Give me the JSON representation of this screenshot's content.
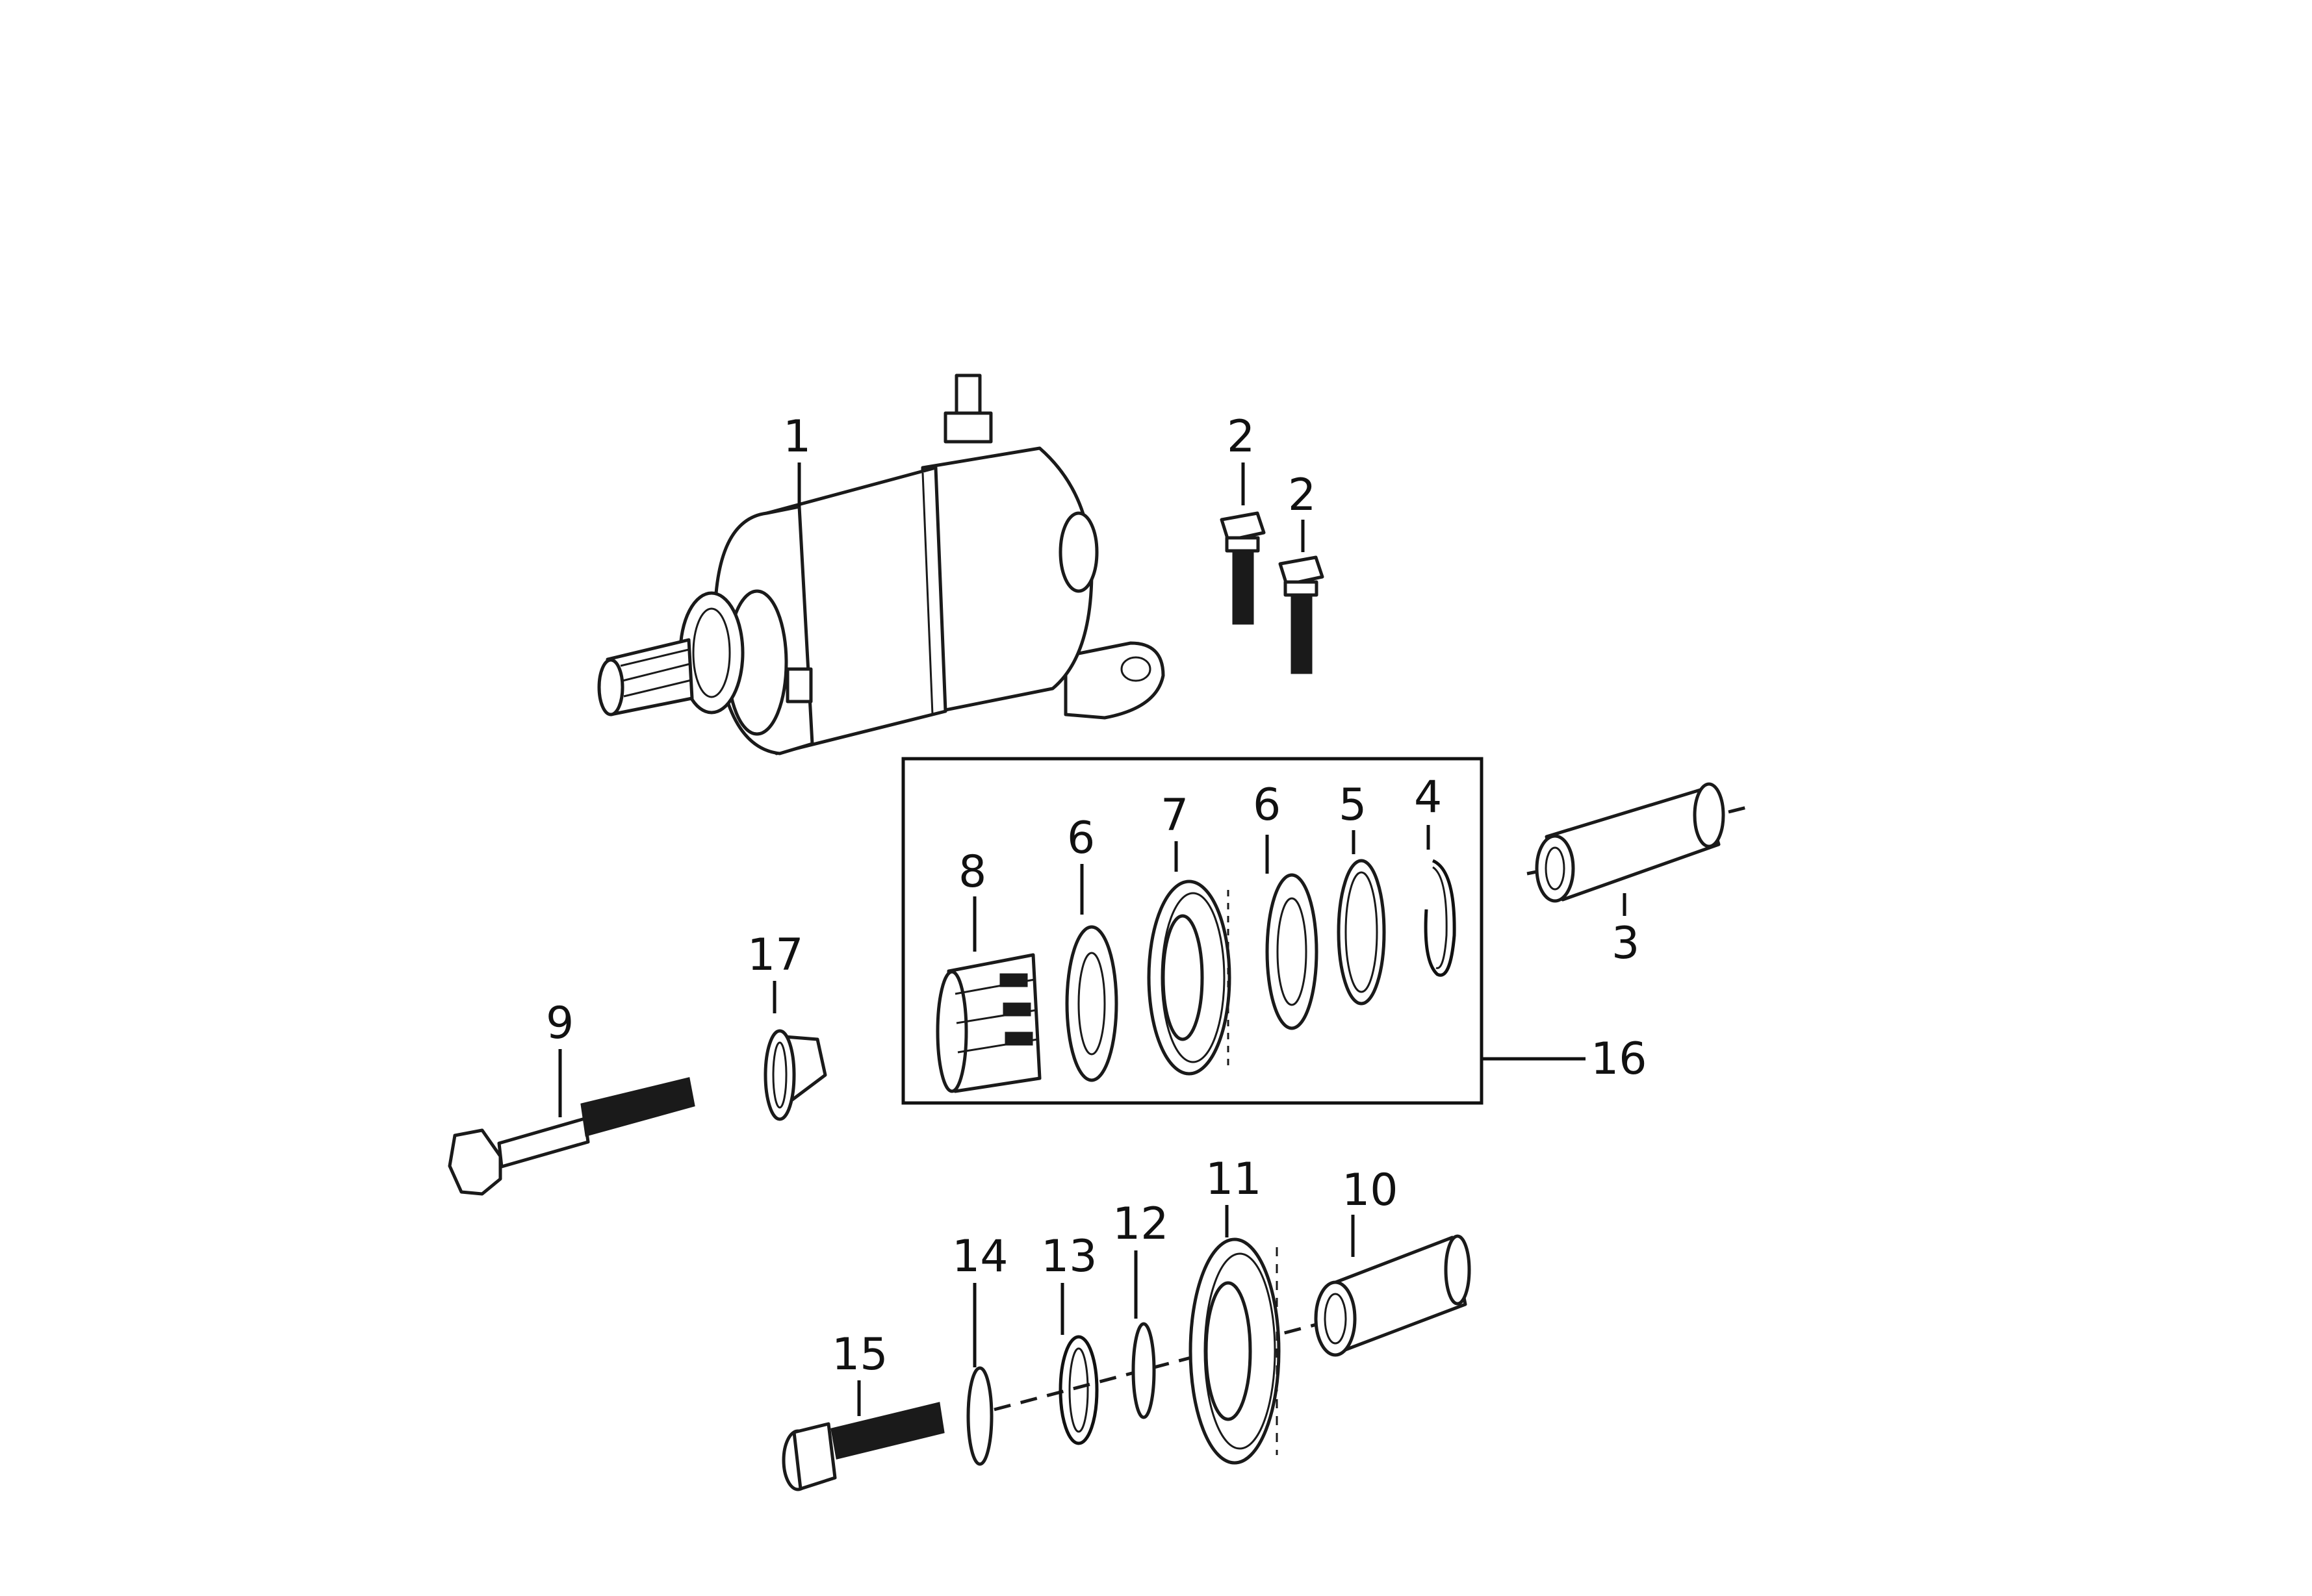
{
  "callouts": {
    "c1": "1",
    "c2a": "2",
    "c2b": "2",
    "c3": "3",
    "c4": "4",
    "c5": "5",
    "c6a": "6",
    "c6b": "6",
    "c7": "7",
    "c8": "8",
    "c9": "9",
    "c10": "10",
    "c11": "11",
    "c12": "12",
    "c13": "13",
    "c14": "14",
    "c15": "15",
    "c16": "16",
    "c17": "17"
  },
  "colors": {
    "line": "#1a1a1a",
    "background": "#ffffff"
  }
}
